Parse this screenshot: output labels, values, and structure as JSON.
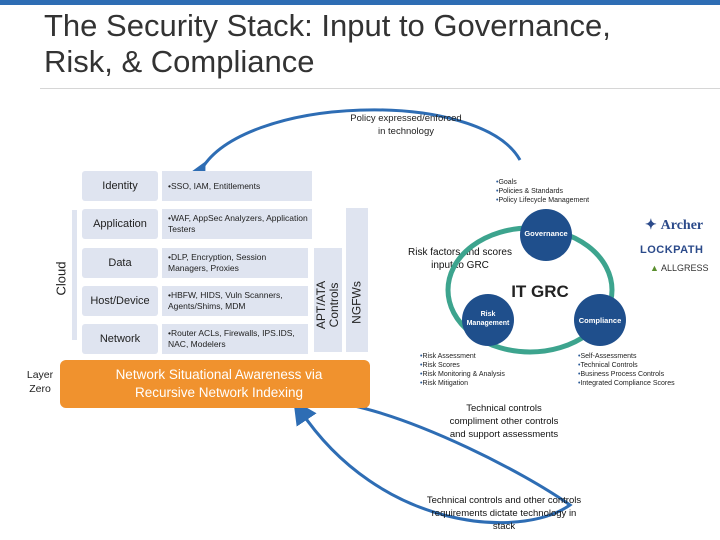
{
  "title": {
    "line1": "The Security Stack: Input to Governance,",
    "line2": "Risk, & Compliance"
  },
  "policy_note": "Policy expressed/enforced in technology",
  "side_labels": {
    "cloud": "Cloud",
    "layer_zero_line1": "Layer",
    "layer_zero_line2": "Zero"
  },
  "stack": [
    {
      "label": "Identity",
      "desc": "•SSO, IAM, Entitlements"
    },
    {
      "label": "Application",
      "desc": "•WAF, AppSec Analyzers, Application Testers"
    },
    {
      "label": "Data",
      "desc": "•DLP, Encryption, Session Managers, Proxies"
    },
    {
      "label": "Host/Device",
      "desc": "•HBFW, HIDS, Vuln Scanners, Agents/Shims, MDM"
    },
    {
      "label": "Network",
      "desc": "•Router ACLs, Firewalls, IPS.IDS, NAC, Modelers"
    }
  ],
  "vertical_boxes": {
    "apt_line1": "APT/ATA",
    "apt_line2": "Controls",
    "ngfw": "NGFWs"
  },
  "situational_awareness": "Network Situational Awareness via Recursive Network Indexing",
  "risk_note": "Risk factors and scores input to GRC",
  "grc": {
    "center": "IT GRC",
    "governance": "Governance",
    "risk": "Risk Management",
    "compliance": "Compliance",
    "governance_items": [
      "Goals",
      "Policies & Standards",
      "Policy Lifecycle Management"
    ],
    "risk_items": [
      "Risk Assessment",
      "Risk Scores",
      "Risk Monitoring & Analysis",
      "Risk Mitigation"
    ],
    "compliance_items": [
      "Self-Assessments",
      "Technical Controls",
      "Business Process Controls",
      "Integrated Compliance Scores"
    ]
  },
  "vendors": {
    "archer": "Archer",
    "lockpath": "LOCKPATH",
    "allgress": "ALLGRESS"
  },
  "tech_note_1": "Technical controls compliment other controls and support assessments",
  "tech_note_2": "Technical controls and other controls requirements dictate technology in stack",
  "colors": {
    "accent_blue": "#2e6db4",
    "orange": "#f0922e",
    "light_blue": "#dfe4f0",
    "grc_green": "#3da48e",
    "grc_blue": "#1f4f8c"
  }
}
